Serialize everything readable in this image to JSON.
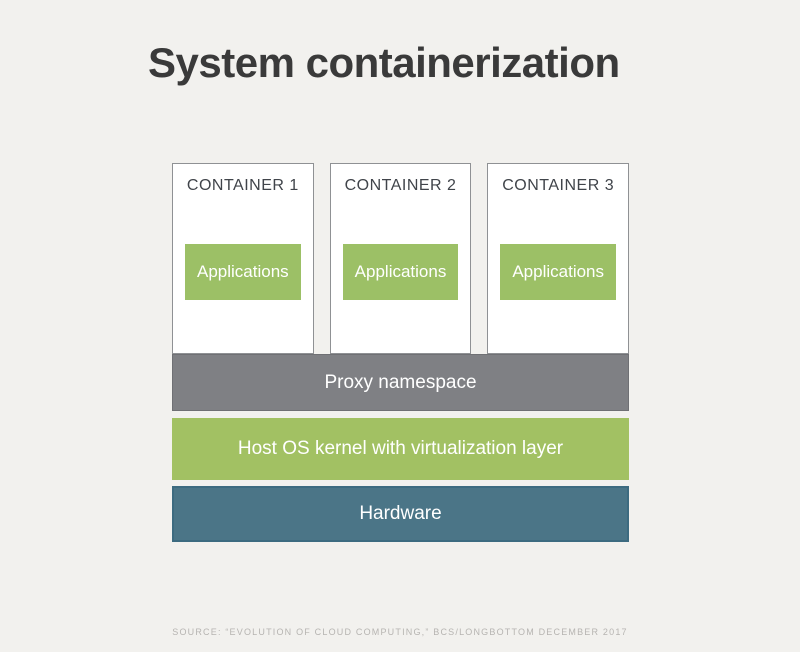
{
  "title": "System containerization",
  "diagram": {
    "containers": [
      {
        "label": "CONTAINER 1",
        "app": "Applications"
      },
      {
        "label": "CONTAINER 2",
        "app": "Applications"
      },
      {
        "label": "CONTAINER 3",
        "app": "Applications"
      }
    ],
    "layers": [
      {
        "label": "Proxy namespace",
        "color": "#7f8084"
      },
      {
        "label": "Host OS kernel with virtualization layer",
        "color": "#a2c163"
      },
      {
        "label": "Hardware",
        "color": "#4b7587"
      }
    ],
    "app_box_color": "#9cc066"
  },
  "footer": {
    "source": "SOURCE: “EVOLUTION OF CLOUD COMPUTING,” BCS/LONGBOTTOM DECEMBER 2017"
  },
  "colors": {
    "background": "#f2f1ee",
    "title_text": "#3a3a3a",
    "container_border": "#8f9194",
    "container_label_text": "#40444a",
    "bar_text": "#ffffff",
    "source_text": "#b6b4b1"
  }
}
